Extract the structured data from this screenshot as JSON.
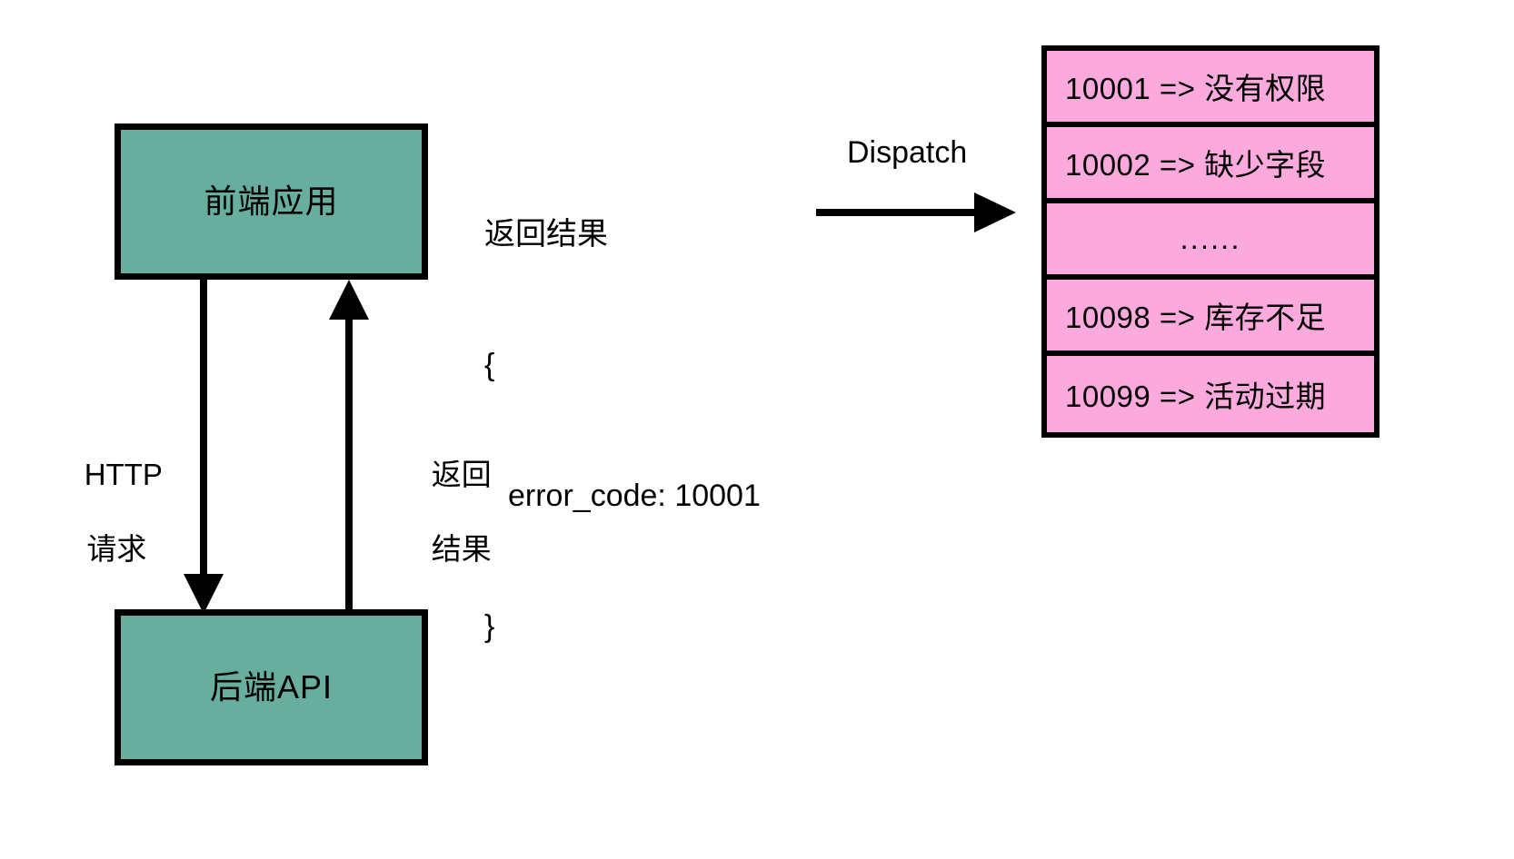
{
  "diagram": {
    "title": "Frontend / Backend API error-code dispatch flow",
    "colors": {
      "process_fill": "#67ae9f",
      "table_fill": "#fcaadd",
      "stroke": "#000000",
      "background": "#ffffff"
    }
  },
  "nodes": {
    "frontend": {
      "label": "前端应用"
    },
    "backend": {
      "label": "后端API"
    }
  },
  "edges": {
    "request": {
      "label_line1": "HTTP",
      "label_line2": "请求"
    },
    "response": {
      "label_line1": "返回",
      "label_line2": "结果"
    },
    "dispatch": {
      "label": "Dispatch"
    }
  },
  "payload": {
    "heading": "返回结果",
    "open_brace": "{",
    "field": "error_code: 10001",
    "close_brace": "}"
  },
  "error_table": {
    "rows": [
      {
        "code": "10001",
        "arrow": "=>",
        "message": "没有权限",
        "text": "10001 => 没有权限"
      },
      {
        "code": "10002",
        "arrow": "=>",
        "message": "缺少字段",
        "text": "10002 => 缺少字段"
      },
      {
        "code": "",
        "arrow": "",
        "message": "",
        "text": "......"
      },
      {
        "code": "10098",
        "arrow": "=>",
        "message": "库存不足",
        "text": "10098 => 库存不足"
      },
      {
        "code": "10099",
        "arrow": "=>",
        "message": "活动过期",
        "text": "10099 => 活动过期"
      }
    ]
  }
}
